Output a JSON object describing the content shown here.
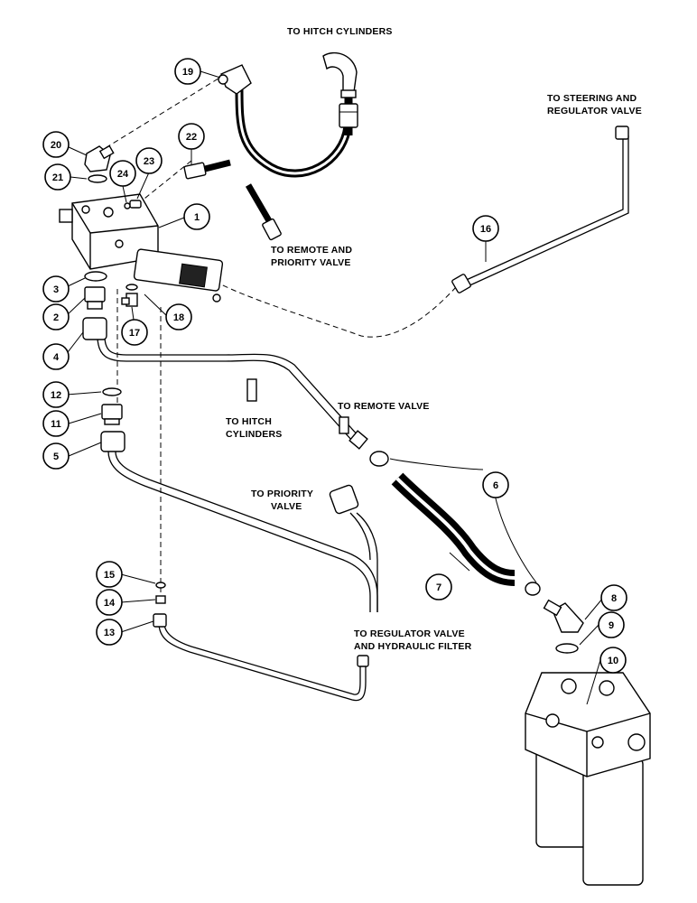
{
  "labels": {
    "hitch_cyl_top": "TO HITCH CYLINDERS",
    "steering_1": "TO STEERING AND",
    "steering_2": "REGULATOR VALVE",
    "remote_priority_1": "TO REMOTE AND",
    "remote_priority_2": "PRIORITY VALVE",
    "remote_valve": "TO REMOTE VALVE",
    "hitch_mid_1": "TO HITCH",
    "hitch_mid_2": "CYLINDERS",
    "priority_1": "TO PRIORITY",
    "priority_2": "VALVE",
    "regfilter_1": "TO REGULATOR VALVE",
    "regfilter_2": "AND HYDRAULIC FILTER"
  },
  "callouts": [
    "1",
    "2",
    "3",
    "4",
    "5",
    "6",
    "7",
    "8",
    "9",
    "10",
    "11",
    "12",
    "13",
    "14",
    "15",
    "16",
    "17",
    "18",
    "19",
    "20",
    "21",
    "22",
    "23",
    "24"
  ]
}
